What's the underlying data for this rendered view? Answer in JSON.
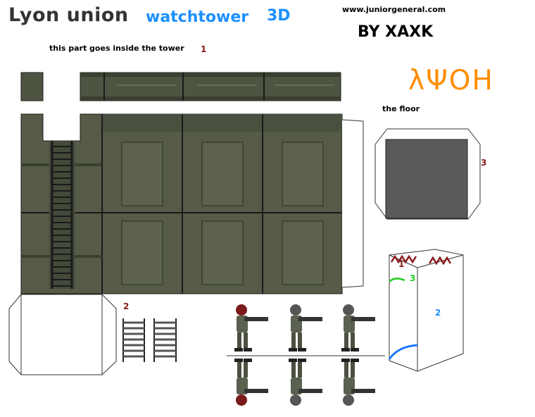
{
  "header": {
    "title": "Lyon union",
    "subtitle": "watchtower",
    "suffix": "3D",
    "website": "www.juniorgeneral.com",
    "author": "BY XAXK",
    "logo_text": "λΨΟΗ"
  },
  "labels": {
    "inside_note": "this part goes inside the tower",
    "floor_note": "the floor",
    "part1": "1",
    "part2_ladders": "2",
    "part3_floor": "3",
    "box_top": "1",
    "box_side": "3",
    "box_front": "2"
  },
  "colors": {
    "title": "#333333",
    "subtitle": "#1e90ff",
    "logo": "#ff8c00",
    "wall": "#555b47",
    "marker_red": "#8b1a1a"
  },
  "figures": {
    "count_upright": 3,
    "count_inverted": 3,
    "helmets": [
      "red-helmet",
      "grey-helmet",
      "grey-helmet"
    ]
  }
}
